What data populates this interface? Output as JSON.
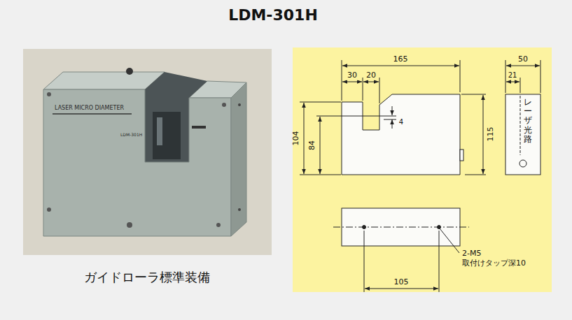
{
  "diagram": {
    "title": "LDM-301H",
    "caption": "ガイドローラ標準装備",
    "labels": [
      "LASER MICRO DIAMETER",
      "LDM-301H",
      "165",
      "30",
      "20",
      "4",
      "104",
      "84",
      "115",
      "50",
      "21",
      "レーザ光路",
      "2-M5 取付けタップ深10",
      "105"
    ]
  }
}
